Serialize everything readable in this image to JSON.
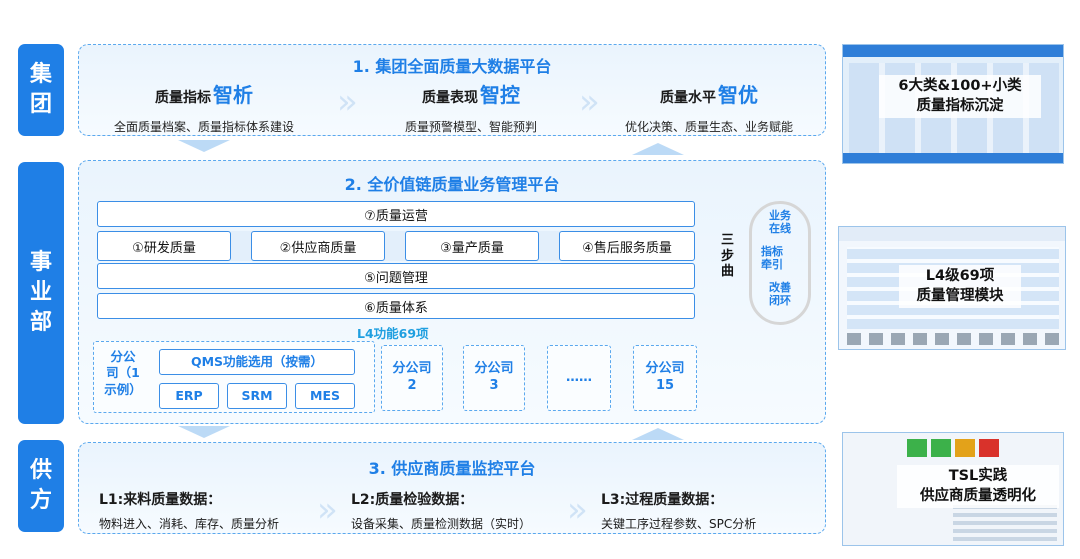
{
  "tiers": {
    "group": "集\n团",
    "division": "事\n业\n部",
    "supplier": "供\n方"
  },
  "platform1": {
    "title": "1. 集团全面质量大数据平台",
    "items": [
      {
        "kw": "质量指标",
        "big": "智析",
        "sub": "全面质量档案、质量指标体系建设"
      },
      {
        "kw": "质量表现",
        "big": "智控",
        "sub": "质量预警模型、智能预判"
      },
      {
        "kw": "质量水平",
        "big": "智优",
        "sub": "优化决策、质量生态、业务赋能"
      }
    ]
  },
  "platform2": {
    "title": "2. 全价值链质量业务管理平台",
    "ops": "⑦质量运营",
    "modules": [
      "①研发质量",
      "②供应商质量",
      "③量产质量",
      "④售后服务质量"
    ],
    "issue": "⑤问题管理",
    "system": "⑥质量体系",
    "l4": "L4功能69项",
    "branch1": "分公\n司（1\n示例）",
    "qms": "QMS功能选用（按需）",
    "subsystems": [
      "ERP",
      "SRM",
      "MES"
    ],
    "branches": [
      "分公司\n2",
      "分公司\n3",
      "……",
      "分公司\n15"
    ],
    "three_step": "三\n步\n曲",
    "cycle": [
      "业务\n在线",
      "指标\n牵引",
      "改善\n闭环"
    ]
  },
  "platform3": {
    "title": "3. 供应商质量监控平台",
    "items": [
      {
        "kw": "L1:来料质量数据：",
        "sub": "物料进入、消耗、库存、质量分析"
      },
      {
        "kw": "L2:质量检验数据：",
        "sub": "设备采集、质量检测数据（实时）"
      },
      {
        "kw": "L3:过程质量数据：",
        "sub": "关键工序过程参数、SPC分析"
      }
    ]
  },
  "thumbs": [
    "6大类&100+小类\n质量指标沉淀",
    "L4级69项\n质量管理模块",
    "TSL实践\n供应商质量透明化"
  ],
  "colors": {
    "accent": "#1f7fe6",
    "panel_border": "#5aa8ee"
  }
}
